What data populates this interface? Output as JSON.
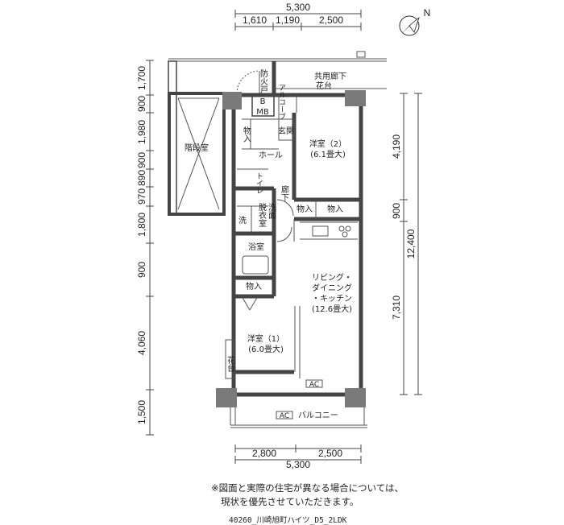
{
  "dimensions": {
    "top_total": "5,300",
    "top_segments": [
      "1,610",
      "1,190",
      "2,500"
    ],
    "left_segments": [
      "1,700",
      "900",
      "1,980",
      "900",
      "890",
      "970",
      "1,800",
      "900",
      "4,060",
      "1,500"
    ],
    "right_segments": [
      "4,190",
      "900",
      "7,310"
    ],
    "right_total": "12,400",
    "bottom_segments": [
      "2,800",
      "2,500"
    ],
    "bottom_total": "5,300"
  },
  "rooms": {
    "fire_door": "防火戸",
    "common_corridor": "共用廊下",
    "planter_top": "花台",
    "alcove": "アルコーブ",
    "b_label": "B",
    "mb_label": "MB",
    "stairwell": "階段室",
    "entrance": "玄関",
    "storage_1": "物入",
    "hall": "ホール",
    "toilet": "トイレ",
    "corridor": "廊下",
    "bedroom2_name": "洋室（2）",
    "bedroom2_size": "(6.1畳大)",
    "storage_2": "物入",
    "storage_3": "物入",
    "dressing": "脱衣室",
    "washroom": "洗面",
    "washer": "洗",
    "bathroom": "浴室",
    "storage_4": "物入",
    "ldk_line1": "リビング・",
    "ldk_line2": "ダイニング",
    "ldk_line3": "・キッチン",
    "ldk_size": "(12.6畳大)",
    "bedroom1_name": "洋室（1）",
    "bedroom1_size": "(6.0畳大)",
    "planter_side": "花台",
    "ac_unit": "AC",
    "ac_unit_2": "AC",
    "balcony": "バルコニー"
  },
  "compass_label": "N",
  "notice": {
    "line1": "※図面と実際の住宅が異なる場合については、",
    "line2": "現状を優先させていただきます。"
  },
  "caption": "40260_川崎旭町ハイツ_D5_2LDK"
}
